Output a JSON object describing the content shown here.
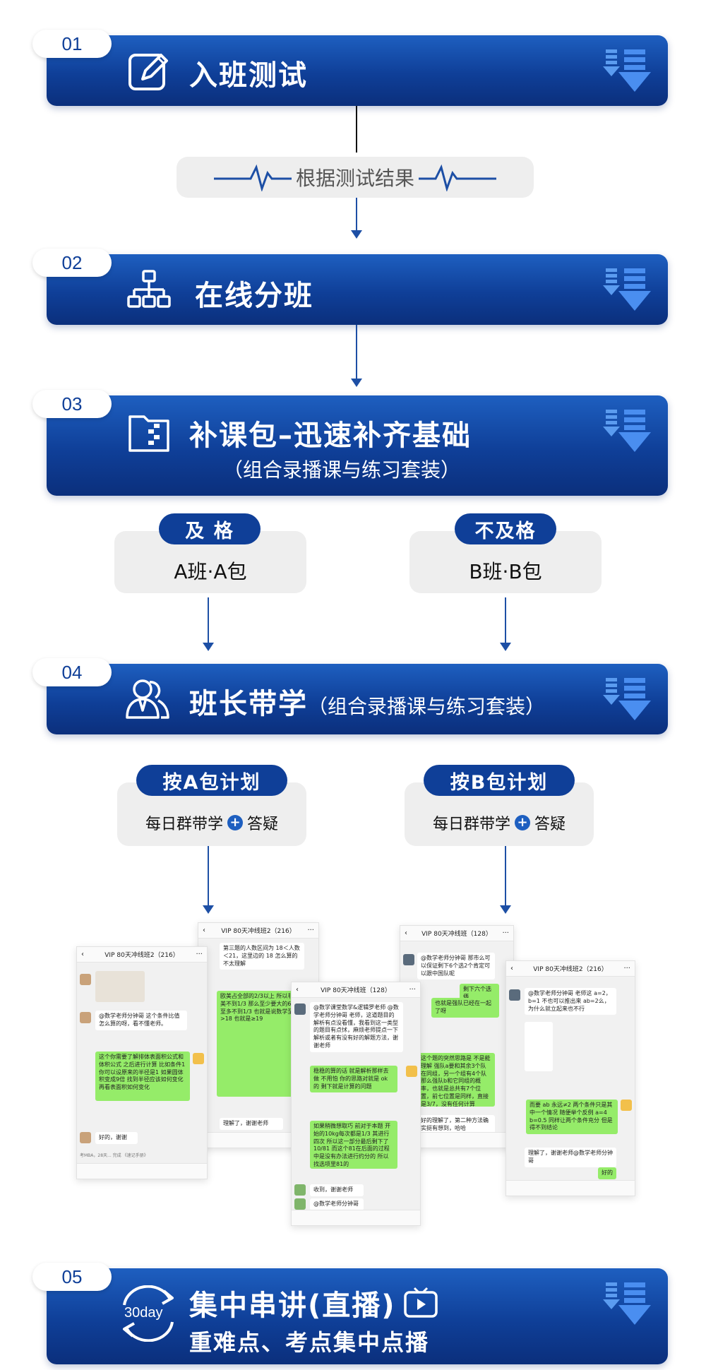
{
  "steps": [
    {
      "num": "01",
      "title": "入班测试",
      "icon": "edit-icon"
    },
    {
      "num": "02",
      "title": "在线分班",
      "icon": "org-chart-icon"
    },
    {
      "num": "03",
      "title": "补课包–迅速补齐基础",
      "subtitle": "（组合录播课与练习套装）",
      "icon": "folder-icon"
    },
    {
      "num": "04",
      "title": "班长带学",
      "title_suffix": "（组合录播课与练习套装）",
      "icon": "users-icon"
    },
    {
      "num": "05",
      "title": "集中串讲(直播)",
      "subtitle": "重难点、考点集中点播",
      "icon": "calendar-cycle-icon",
      "icon_label": "30day"
    }
  ],
  "connector": {
    "label": "根据测试结果"
  },
  "groups": {
    "pass": {
      "pill": "及  格",
      "box": "A班·A包"
    },
    "fail": {
      "pill": "不及格",
      "box": "B班·B包"
    }
  },
  "plans": {
    "a": {
      "pill": "按A包计划",
      "text_left": "每日群带学",
      "text_right": "答疑"
    },
    "b": {
      "pill": "按B包计划",
      "text_left": "每日群带学",
      "text_right": "答疑"
    }
  },
  "chats": {
    "c1": {
      "title": "VIP 80天冲线班2（216）",
      "m1": "@数学老师分钟哥 这个条件比值怎么算的呀，看不懂老师。",
      "m2": "这个你需要了解排体表面积公式和体积公式 之后进行计算 比如条件1 你可以设原来的半径是1 如果圆体积变成9倍 找到半径应该如何变化 再看表面积如何变化",
      "m3": "好的，谢谢",
      "foot": "考MBA，28天...    完成    《速记手册》"
    },
    "c2": {
      "title": "VIP 80天冲线班2（216）",
      "m1": "第三题的人数区间为 18＜人数＜21，这里边的 18 怎么算的不太理解",
      "m2": "欧美占全部的2/3以上 所以非欧美不到1/3 那么至少要大的6人以至多不到1/3 也就是说数学至多>18 也就是≥19",
      "m3": "理解了，谢谢老师"
    },
    "c3": {
      "title": "VIP 80天冲线班（128）",
      "m1": "@数学课堂数学&逻辑罗老师 @数学老师分钟哥 老师，这道题目的解析有点没看懂，我看到这一类型的题目有点怵，麻烦老师提点一下解析或者有没有好的解题方法，谢谢老师",
      "m2": "稳稳的算的话 就是解析那样去做 不用怕 你的思路对就是 ok 的 剩下就是计算的问题",
      "m3": "如果稍微想取巧 前对于本题 开始的10kg每次都是1/3 其进行四次 所以这一部分最后剩下了10/81 而这个81在后面的过程中是没有办法进行约分的 所以找选项里81的",
      "m4": "收到，谢谢老师",
      "m5": "@数学老师分钟哥"
    },
    "c4": {
      "title": "VIP 80天冲线班（128）",
      "m1": "@数学老师分钟哥 那市么可以保证剩下6个选2个肯定可以跟中国队呢",
      "m2": "剩下六个选俩",
      "m3": "也就是强队已经在一起了呀",
      "m4": "这个题的突然思路是 不是能理解 强队a要和其余3个队在同组，另一个组有4个队 那么强队b和它同组的概率，也就是总共有7个位置，前七位置是同样，直接是3/7，没有任何计算",
      "m5": "好的理解了，第二种方法确实挺有想到，哈哈"
    },
    "c5": {
      "title": "VIP 80天冲线班2（216）",
      "m1": "@数学老师分钟哥 老师这 a=2，b=1 不也可以推出来 ab=2么，为什么就立起来也不行",
      "m2": "而要 ab 永远≠2 两个条件只是其中一个情况 随便举个反例 a=4 b=0.5 同样让两个条件充分 但是得不到结论",
      "m3": "理解了，谢谢老师@数学老师分钟哥",
      "m4": "好的"
    }
  },
  "colors": {
    "banner_top": "#1e5fc0",
    "banner_bottom": "#0b2f7c",
    "accent": "#0f3f98",
    "box_bg": "#eeeeee",
    "wechat_green": "#95ec69"
  }
}
